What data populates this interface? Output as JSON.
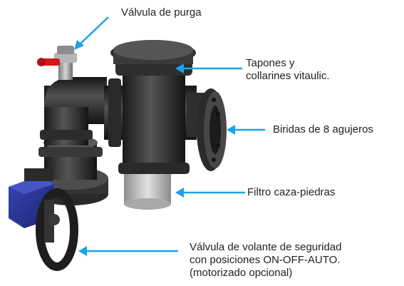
{
  "labels": {
    "purge_valve": [
      "Válvula de purga"
    ],
    "caps": [
      "Tapones y",
      "collarines vitaulic."
    ],
    "flanges": [
      "Biridas de 8 agujeros"
    ],
    "filter": [
      "Filtro caza-piedras"
    ],
    "handwheel": [
      "Válvula de volante de seguridad",
      "con posiciones ON-OFF-AUTO.",
      "(motorizado opcional)"
    ]
  },
  "colors": {
    "arrow": "#1aa3e8",
    "body_dark": "#262626",
    "body_mid": "#4a4a4a",
    "actuator_blue": "#2b3596",
    "valve_handle_red": "#d11a1a",
    "filter_grey": "#bdbdbd",
    "background": "#ffffff"
  }
}
